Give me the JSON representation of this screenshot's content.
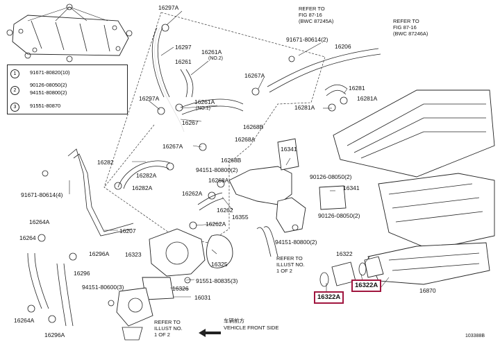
{
  "legend": {
    "rows": [
      {
        "num": "1",
        "items": [
          "91671-80820(10)"
        ]
      },
      {
        "num": "2",
        "items": [
          "90126-08050(2)",
          "94151-80800(2)"
        ]
      },
      {
        "num": "3",
        "items": [
          "91551-80870"
        ]
      }
    ]
  },
  "references": {
    "fig_top_left": "REFER TO\nFIG 87-16\n(BWC 87245A)",
    "fig_top_right": "REFER TO\nFIG 87-16\n(BWC 87246A)",
    "illust_mid": "REFER TO\nILLUST NO.\n1 OF 2",
    "illust_bottom": "REFER TO\nILLUST NO.\n1 OF 2",
    "vehicle_front_jp": "车辆前方",
    "vehicle_front": "VEHICLE FRONT SIDE"
  },
  "labels": [
    {
      "id": "16297A-top",
      "text": "16297A"
    },
    {
      "id": "16297",
      "text": "16297"
    },
    {
      "id": "16261A-no2",
      "text": "16261A"
    },
    {
      "id": "16261A-no2-sub",
      "text": "(NO.2)"
    },
    {
      "id": "16261",
      "text": "16261"
    },
    {
      "id": "16297A-mid",
      "text": "16297A"
    },
    {
      "id": "16261A-no1",
      "text": "16261A"
    },
    {
      "id": "16261A-no1-sub",
      "text": "(NO.1)"
    },
    {
      "id": "16267",
      "text": "16267"
    },
    {
      "id": "16267A-left",
      "text": "16267A"
    },
    {
      "id": "16282",
      "text": "16282"
    },
    {
      "id": "16282A-1",
      "text": "16282A"
    },
    {
      "id": "16282A-2",
      "text": "16282A"
    },
    {
      "id": "91671-80614-4",
      "text": "91671-80614(4)"
    },
    {
      "id": "16264A-top",
      "text": "16264A"
    },
    {
      "id": "16264",
      "text": "16264"
    },
    {
      "id": "16207",
      "text": "16207"
    },
    {
      "id": "16296A-1",
      "text": "16296A"
    },
    {
      "id": "16296",
      "text": "16296"
    },
    {
      "id": "94151-80600-3",
      "text": "94151-80600(3)"
    },
    {
      "id": "16264A-bottom",
      "text": "16264A"
    },
    {
      "id": "16296A-2",
      "text": "16296A"
    },
    {
      "id": "91671-80614-2",
      "text": "91671-80614(2)"
    },
    {
      "id": "16206",
      "text": "16206"
    },
    {
      "id": "16267A-right",
      "text": "16267A"
    },
    {
      "id": "16281",
      "text": "16281"
    },
    {
      "id": "16281A-1",
      "text": "16281A"
    },
    {
      "id": "16281A-2",
      "text": "16281A"
    },
    {
      "id": "16268B",
      "text": "16268B"
    },
    {
      "id": "16268A",
      "text": "16268A"
    },
    {
      "id": "16341-1",
      "text": "16341"
    },
    {
      "id": "16268B-2",
      "text": "16268B"
    },
    {
      "id": "94151-80800-2",
      "text": "94151-80800(2)"
    },
    {
      "id": "90126-08050-2a",
      "text": "90126-08050(2)"
    },
    {
      "id": "16268A-2",
      "text": "16268A"
    },
    {
      "id": "16341-2",
      "text": "16341"
    },
    {
      "id": "16262A-1",
      "text": "16262A"
    },
    {
      "id": "16262",
      "text": "16262"
    },
    {
      "id": "90126-08050-2b",
      "text": "90126-08050(2)"
    },
    {
      "id": "16262A-2",
      "text": "16262A"
    },
    {
      "id": "16355",
      "text": "16355"
    },
    {
      "id": "16323",
      "text": "16323"
    },
    {
      "id": "16325",
      "text": "16325"
    },
    {
      "id": "94151-80800-2b",
      "text": "94151-80800(2)"
    },
    {
      "id": "91551-80835-3",
      "text": "91551-80835(3)"
    },
    {
      "id": "16326",
      "text": "16326"
    },
    {
      "id": "16031",
      "text": "16031"
    },
    {
      "id": "16322",
      "text": "16322"
    },
    {
      "id": "16870",
      "text": "16870"
    },
    {
      "id": "code",
      "text": "103388B"
    }
  ],
  "highlighted": [
    {
      "id": "16322A-left",
      "text": "16322A"
    },
    {
      "id": "16322A-right",
      "text": "16322A"
    }
  ]
}
